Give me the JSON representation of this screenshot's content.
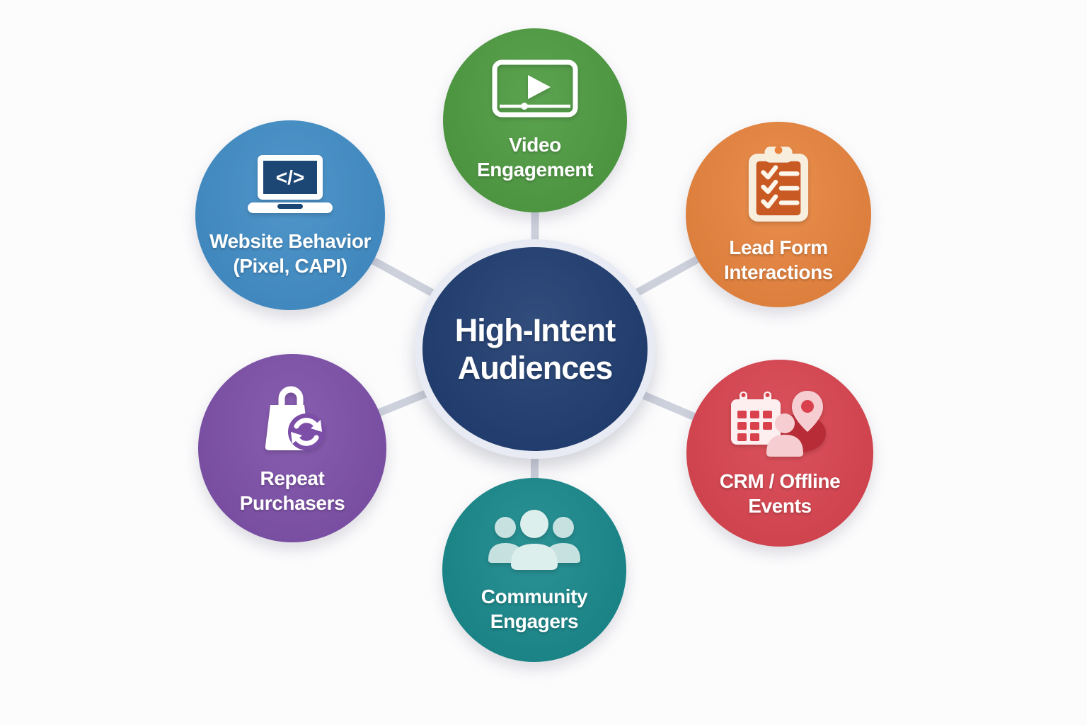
{
  "diagram": {
    "background": "#fcfcfd",
    "connector_color": "#cdd1dc",
    "text_color": "#ffffff"
  },
  "center": {
    "label": "High-Intent Audiences",
    "lines": [
      "High-Intent",
      "Audiences"
    ],
    "fill": "#1d3b6f",
    "ring": "#e8ebf3"
  },
  "nodes": [
    {
      "id": "video-engagement",
      "label": "Video Engagement",
      "lines": [
        "Video",
        "Engagement"
      ],
      "color": "#4c9a3f",
      "icon": "video-player-icon"
    },
    {
      "id": "lead-form-interactions",
      "label": "Lead Form Interactions",
      "lines": [
        "Lead Form",
        "Interactions"
      ],
      "color": "#e8833c",
      "icon": "checklist-clipboard-icon",
      "icon_colors": {
        "panel": "#c95a24",
        "paper": "#f8eedd"
      }
    },
    {
      "id": "crm-offline-events",
      "label": "CRM / Offline Events",
      "lines": [
        "CRM / Offline",
        "Events"
      ],
      "color": "#d9424d",
      "icon": "calendar-person-location-icon",
      "icon_colors": {
        "shadow": "#b72c37",
        "light": "#f6ced2",
        "paper": "#fdeef0"
      }
    },
    {
      "id": "community-engagers",
      "label": "Community Engagers",
      "lines": [
        "Community",
        "Engagers"
      ],
      "color": "#16878a",
      "icon": "people-group-icon",
      "icon_colors": {
        "light": "#ddefed"
      }
    },
    {
      "id": "repeat-purchasers",
      "label": "Repeat Purchasers",
      "lines": [
        "Repeat",
        "Purchasers"
      ],
      "color": "#7c4ea8",
      "icon": "shopping-bag-refresh-icon"
    },
    {
      "id": "website-behavior",
      "label": "Website Behavior (Pixel, CAPI)",
      "lines": [
        "Website Behavior",
        "(Pixel, CAPI)"
      ],
      "color": "#3f8cc6",
      "icon": "laptop-code-icon",
      "icon_colors": {
        "screen": "#1c4673"
      },
      "icon_glyph": "</>"
    }
  ]
}
